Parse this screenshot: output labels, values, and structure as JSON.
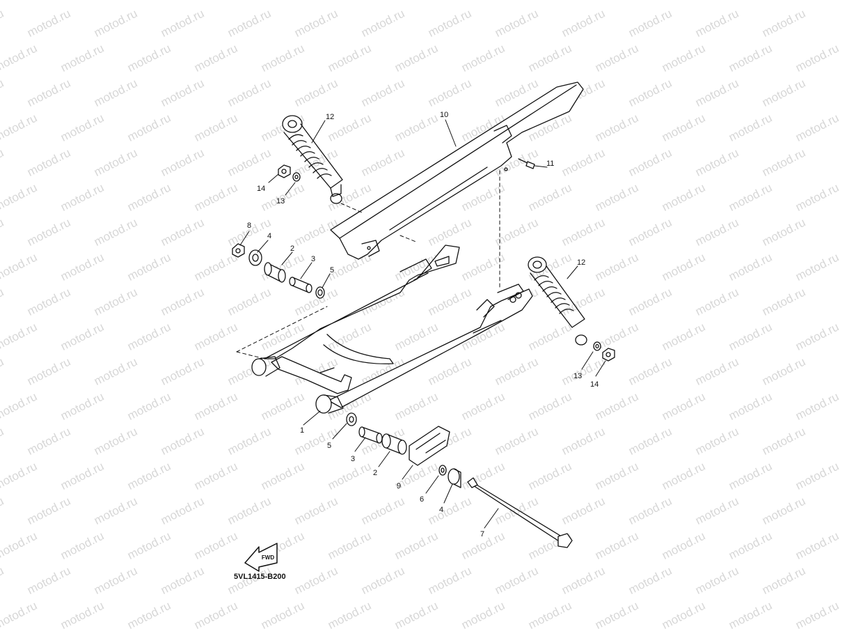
{
  "diagram": {
    "code": "5VL1415-B200",
    "watermark": "motod.ru",
    "fwd_label": "FWD",
    "callouts": [
      {
        "id": "c12a",
        "label": "12"
      },
      {
        "id": "c10",
        "label": "10"
      },
      {
        "id": "c11",
        "label": "11"
      },
      {
        "id": "c14a",
        "label": "14"
      },
      {
        "id": "c13a",
        "label": "13"
      },
      {
        "id": "c8",
        "label": "8"
      },
      {
        "id": "c4a",
        "label": "4"
      },
      {
        "id": "c2a",
        "label": "2"
      },
      {
        "id": "c3a",
        "label": "3"
      },
      {
        "id": "c5a",
        "label": "5"
      },
      {
        "id": "c12b",
        "label": "12"
      },
      {
        "id": "c13b",
        "label": "13"
      },
      {
        "id": "c14b",
        "label": "14"
      },
      {
        "id": "c1",
        "label": "1"
      },
      {
        "id": "c5b",
        "label": "5"
      },
      {
        "id": "c3b",
        "label": "3"
      },
      {
        "id": "c2b",
        "label": "2"
      },
      {
        "id": "c9",
        "label": "9"
      },
      {
        "id": "c6",
        "label": "6"
      },
      {
        "id": "c4b",
        "label": "4"
      },
      {
        "id": "c7",
        "label": "7"
      }
    ]
  }
}
